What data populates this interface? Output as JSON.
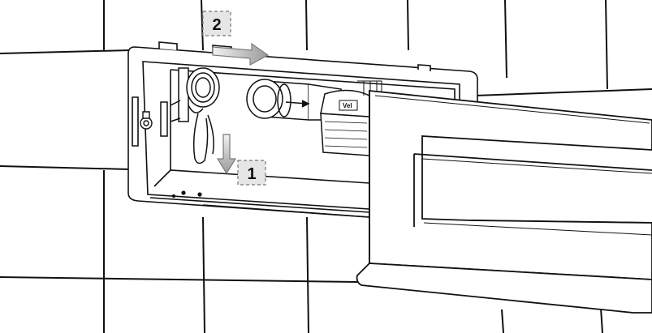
{
  "steps": [
    {
      "number": "1",
      "direction": "down"
    },
    {
      "number": "2",
      "direction": "right"
    }
  ],
  "product_label": "Vel",
  "colors": {
    "line": "#111111",
    "arrow_fill": "#d9d9d9",
    "arrow_stroke": "#7a7a7a",
    "badge_fill": "#e6e6e6",
    "badge_border": "#8a8a8a",
    "wall": "#ffffff"
  }
}
